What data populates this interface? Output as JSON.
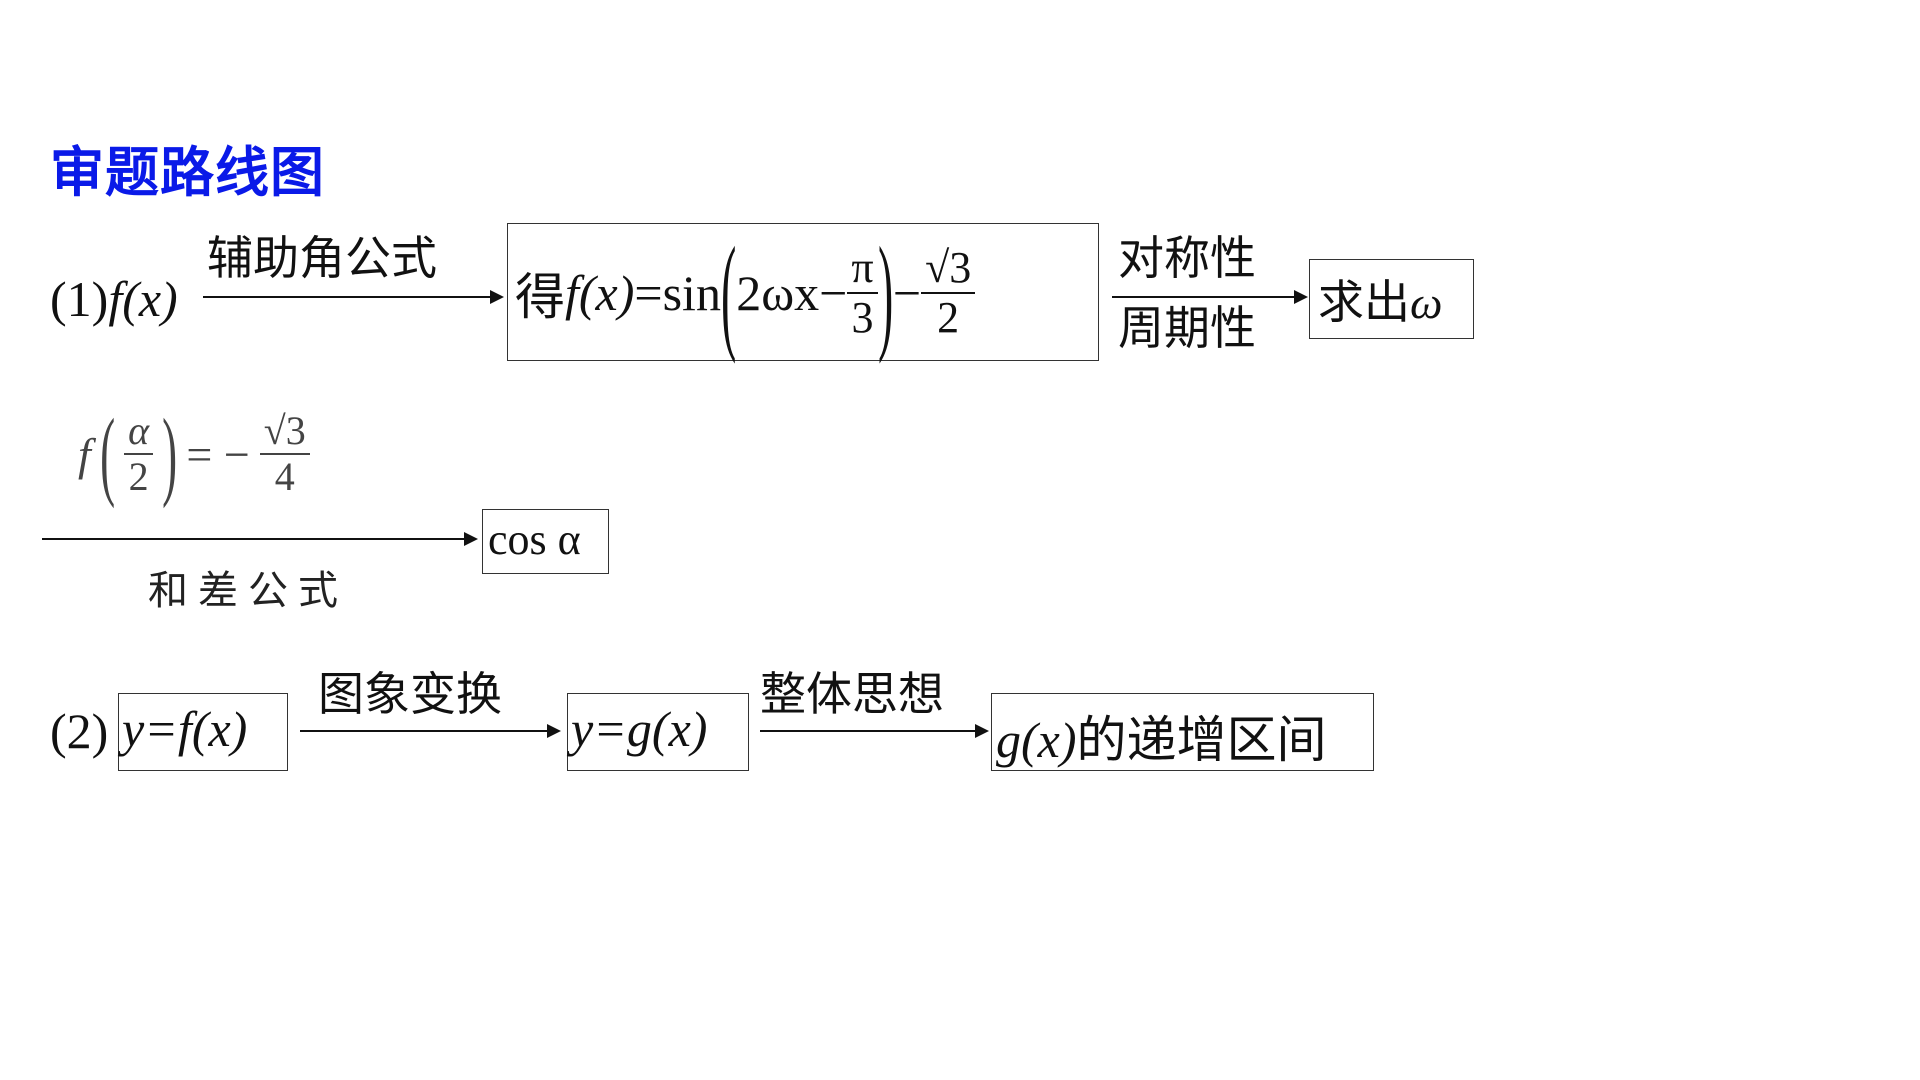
{
  "title": "审题路线图",
  "part1": {
    "label": "(1)",
    "fx": "f(x)",
    "arrow1_label": "辅助角公式",
    "box1": {
      "prefix": "得",
      "fx": "f(x)",
      "eq": "=sin",
      "inner": "2ωx−",
      "pi": "π",
      "three": "3",
      "minus": "−",
      "sqrt3": "√3",
      "two": "2"
    },
    "arrow2_top": "对称性",
    "arrow2_bottom": "周期性",
    "box2": {
      "text": "求出",
      "omega": "ω"
    }
  },
  "part1b": {
    "cond_f": "f",
    "alpha": "α",
    "two": "2",
    "eq": "= −",
    "sqrt3": "√3",
    "four": "4",
    "arrow_bottom": "和差公式",
    "box": "cos α"
  },
  "part2": {
    "label": "(2)",
    "box1": "y=f(x)",
    "arrow1_label": "图象变换",
    "box2": "y=g(x)",
    "arrow2_label": "整体思想",
    "box3_math": "g(x)",
    "box3_text": "的递增区间"
  }
}
